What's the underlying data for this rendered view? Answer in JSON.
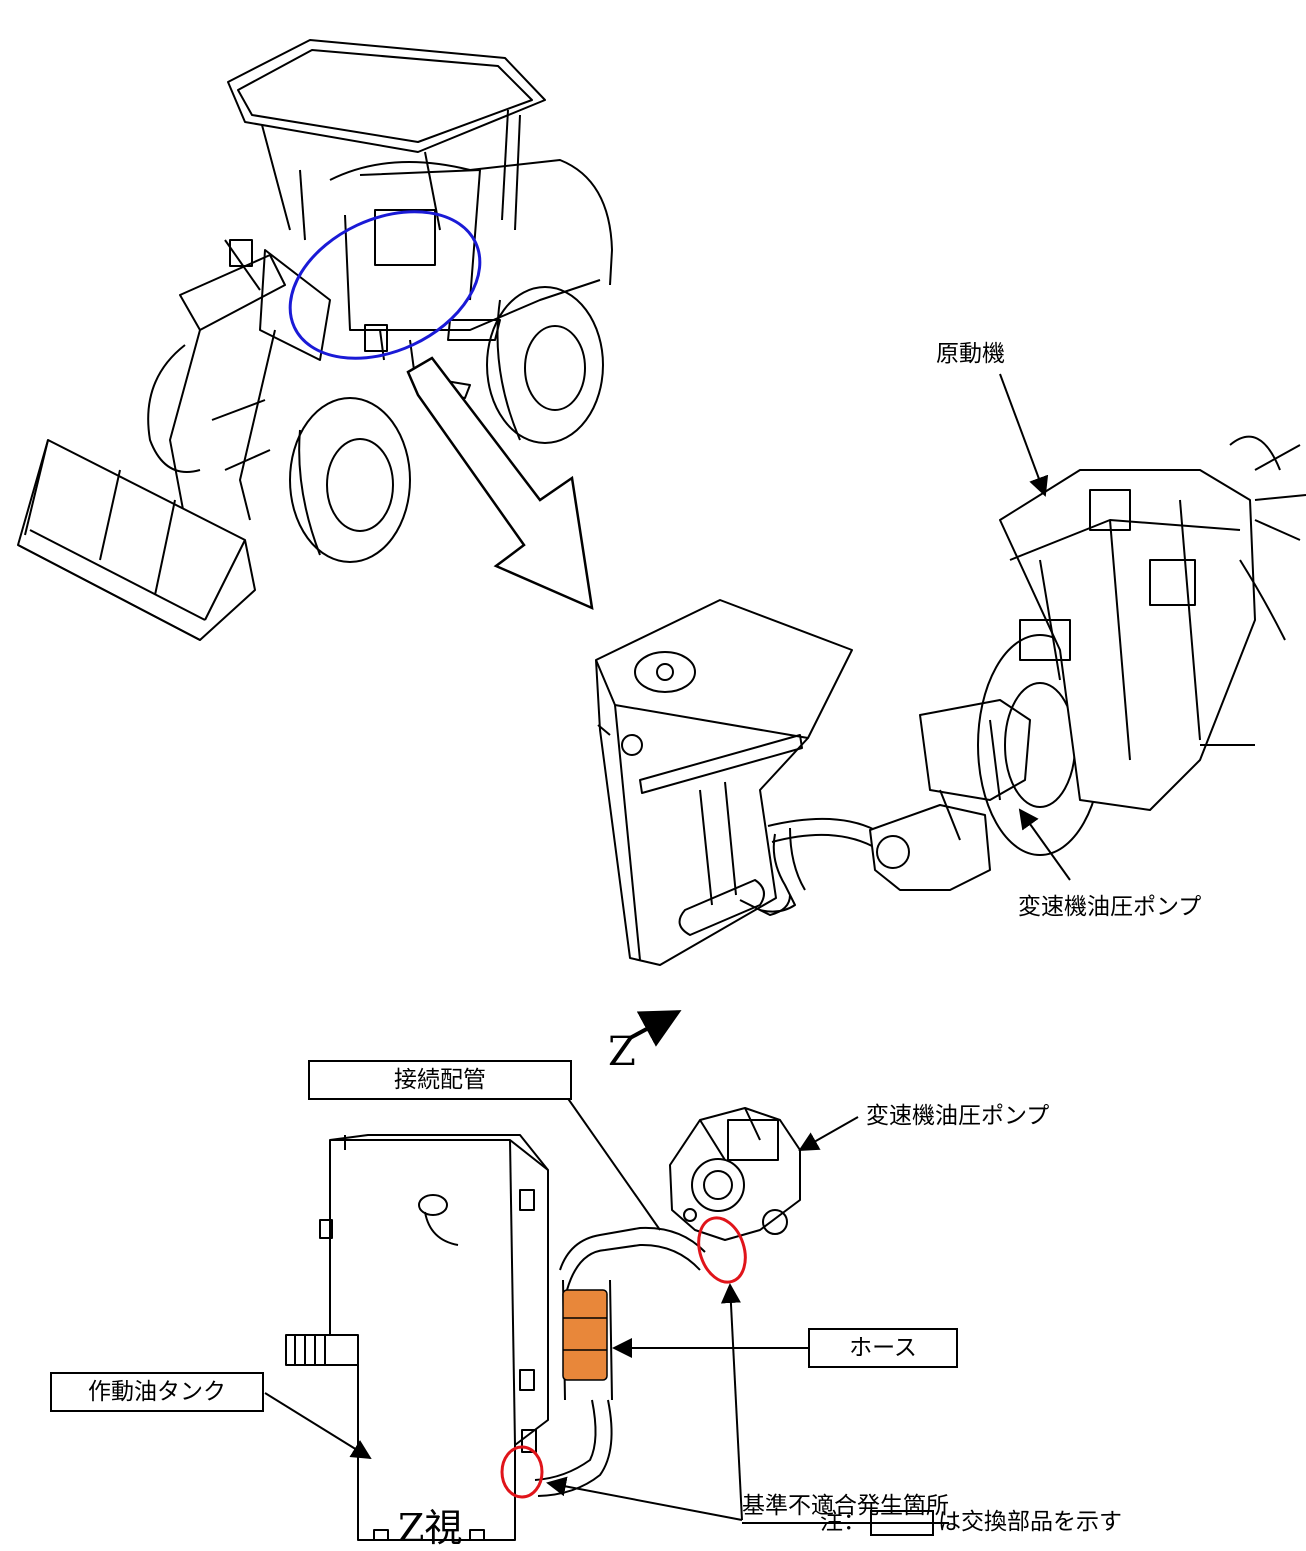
{
  "labels": {
    "engine": "原動機",
    "pump_top": "変速機油圧ポンプ",
    "z_arrow": "Z",
    "connection_pipe": "接続配管",
    "pump_bottom": "変速機油圧ポンプ",
    "hose": "ホース",
    "tank": "作動油タンク",
    "defect_location": "基準不適合発生箇所",
    "view_title": "Z視",
    "note_prefix": "注：",
    "note_suffix": "は交換部品を示す"
  },
  "colors": {
    "highlight_ellipse": "#1a1ad6",
    "defect_circle": "#e0141a",
    "replaced_part": "#e8873a",
    "line": "#000000"
  }
}
